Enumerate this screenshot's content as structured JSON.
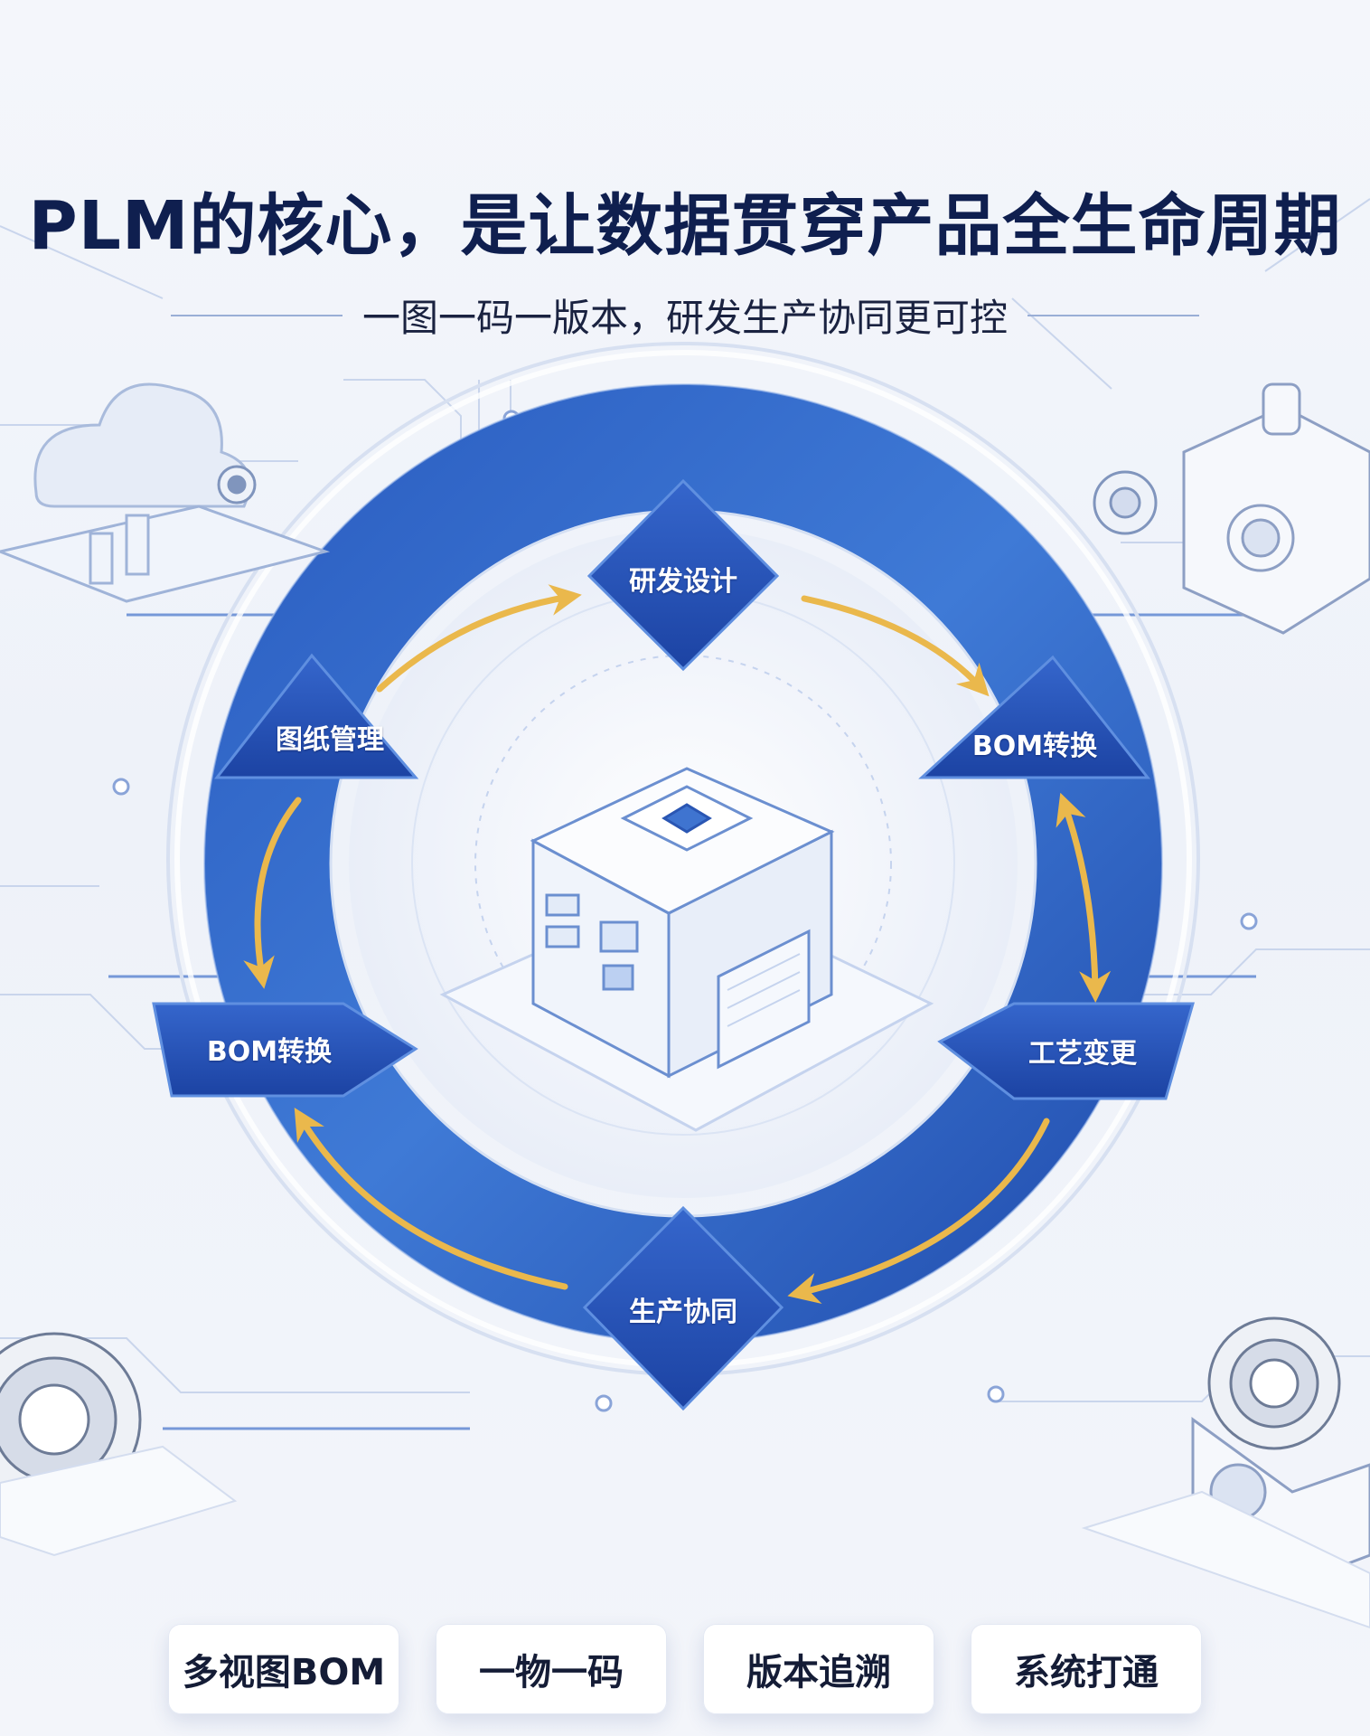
{
  "headline": "PLM的核心，是让数据贯穿产品全生命周期",
  "subtitle": "一图一码一版本，研发生产协同更可控",
  "cycle_nodes": [
    {
      "id": "rd",
      "label": "研发设计"
    },
    {
      "id": "bom_right",
      "label": "BOM转换"
    },
    {
      "id": "process",
      "label": "工艺变更"
    },
    {
      "id": "production",
      "label": "生产协同"
    },
    {
      "id": "bom_left",
      "label": "BOM转换"
    },
    {
      "id": "drawing",
      "label": "图纸管理"
    }
  ],
  "features": [
    "多视图BOM",
    "一物一码",
    "版本追溯",
    "系统打通"
  ],
  "colors": {
    "ring_blue": "#2f63c4",
    "node_blue": "#2450b4",
    "arrow_gold": "#eab84c",
    "headline": "#0f1f4f",
    "background": "#f2f5fb"
  },
  "icons": [
    "cloud-icon",
    "server-building-icon",
    "gear-icon",
    "bearing-icon",
    "mechanical-part-icon"
  ]
}
